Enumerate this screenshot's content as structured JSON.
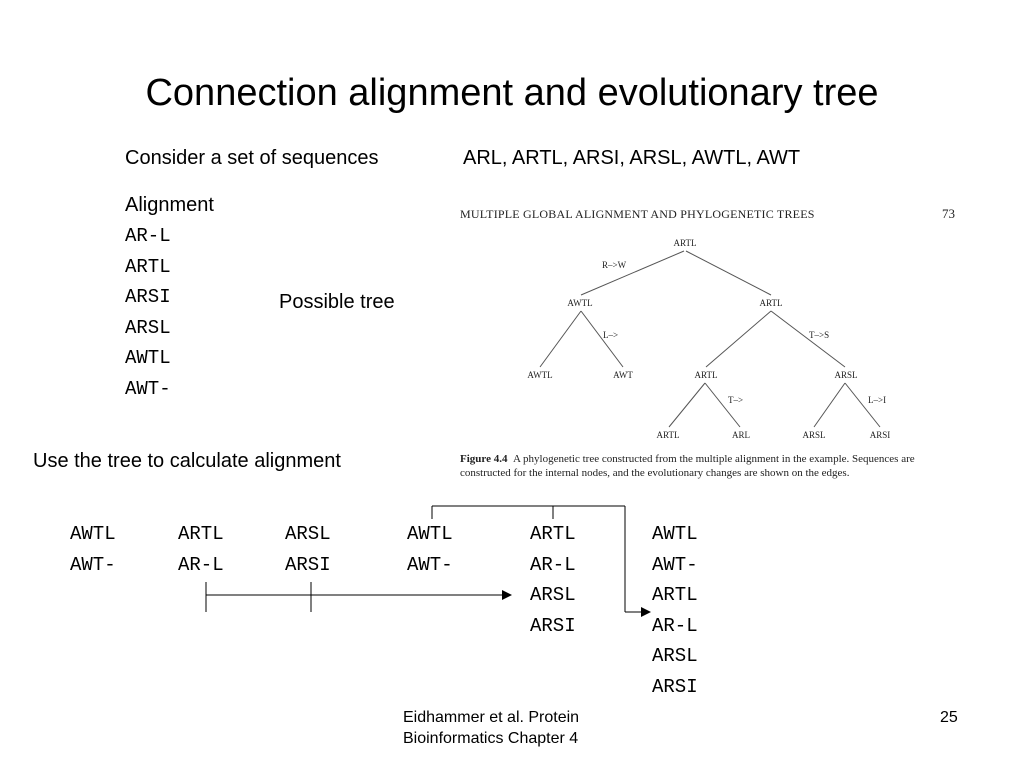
{
  "slide": {
    "title": "Connection alignment and evolutionary tree",
    "intro_label": "Consider a set of sequences",
    "intro_sequences": "ARL, ARTL, ARSI, ARSL, AWTL, AWT",
    "alignment_heading": "Alignment",
    "alignment_rows": [
      "AR-L",
      "ARTL",
      "ARSI",
      "ARSL",
      "AWTL",
      "AWT-"
    ],
    "possible_tree_label": "Possible tree",
    "use_tree_label": "Use the tree to calculate alignment"
  },
  "figure": {
    "header": "MULTIPLE GLOBAL ALIGNMENT AND PHYLOGENETIC TREES",
    "page": "73",
    "nodes": {
      "root": "ARTL",
      "left": "AWTL",
      "right": "ARTL",
      "left_left": "AWTL",
      "left_right": "AWT",
      "right_left": "ARTL",
      "right_right": "ARSL",
      "rl_left": "ARTL",
      "rl_right": "ARL",
      "rr_left": "ARSL",
      "rr_right": "ARSI"
    },
    "edges": {
      "root_left": "R–>W",
      "left_right": "L–>",
      "right_right": "T–>S",
      "rl_right": "T–>",
      "rr_right": "L–>I"
    },
    "caption_label": "Figure 4.4",
    "caption_text": "A phylogenetic tree constructed from the multiple alignment in the example. Sequences are constructed for the internal nodes, and the evolutionary changes are shown on the edges."
  },
  "pairs": {
    "p1": [
      "AWTL",
      "AWT-"
    ],
    "p2": [
      "ARTL",
      "AR-L"
    ],
    "p3": [
      "ARSL",
      "ARSI"
    ],
    "p4": [
      "AWTL",
      "AWT-"
    ],
    "p5": [
      "ARTL",
      "AR-L",
      "ARSL",
      "ARSI"
    ],
    "p6": [
      "AWTL",
      "AWT-",
      "ARTL",
      "AR-L",
      "ARSL",
      "ARSI"
    ]
  },
  "footer": {
    "citation_line1": "Eidhammer et al. Protein",
    "citation_line2": "Bioinformatics Chapter 4",
    "page_number": "25"
  }
}
